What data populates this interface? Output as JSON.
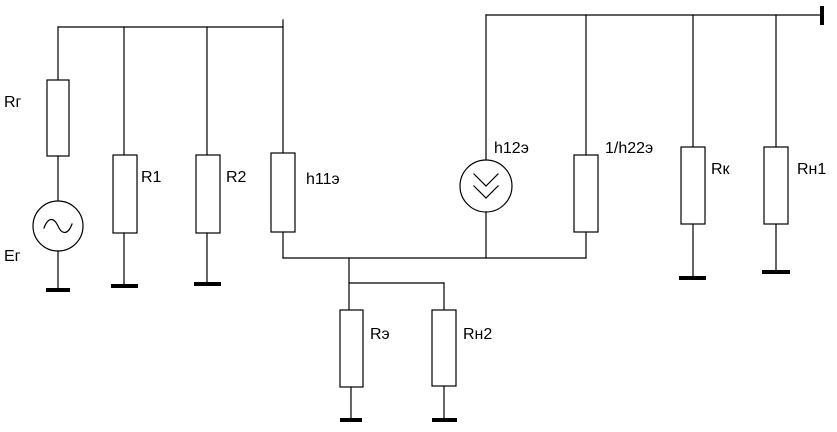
{
  "colors": {
    "line": "#000000",
    "background": "#ffffff"
  },
  "labels": {
    "rg": "Rг",
    "eg": "Eг",
    "r1": "R1",
    "r2": "R2",
    "h11e": "h11э",
    "h12e": "h12э",
    "inv_h22e": "1/h22э",
    "rk": "Rк",
    "rn1": "Rн1",
    "re": "Rэ",
    "rn2": "Rн2"
  },
  "icons": {
    "ac_source": "ac-voltage-source-icon",
    "dependent_source": "dependent-source-icon",
    "ground": "ground-icon"
  }
}
